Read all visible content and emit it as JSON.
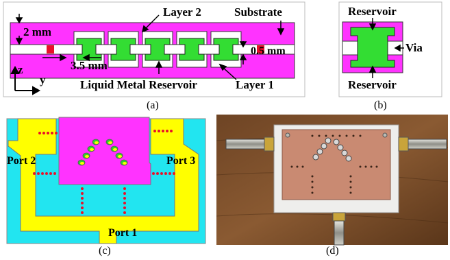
{
  "panel_a": {
    "layer2": "Layer 2",
    "substrate": "Substrate",
    "dim_2mm": "2 mm",
    "dim_05mm": "0.5 mm",
    "dim_35mm": "3.5 mm",
    "axis_z": "z",
    "axis_y": "y",
    "reservoir_label": "Liquid Metal Reservoir",
    "layer1": "Layer 1",
    "caption": "(a)"
  },
  "panel_b": {
    "reservoir_top": "Reservoir",
    "via": "Via",
    "reservoir_bottom": "Reservoir",
    "caption": "(b)"
  },
  "panel_c": {
    "port2": "Port 2",
    "port3": "Port 3",
    "port1": "Port 1",
    "caption": "(c)"
  },
  "panel_d": {
    "caption": "(d)"
  },
  "colors": {
    "magenta": "#ff33ff",
    "green": "#33dd33",
    "yellow": "#ffff00",
    "cyan": "#22e5f0",
    "red": "#e8102a",
    "copper": "#c98a72",
    "wood": "#7a4e2a"
  }
}
